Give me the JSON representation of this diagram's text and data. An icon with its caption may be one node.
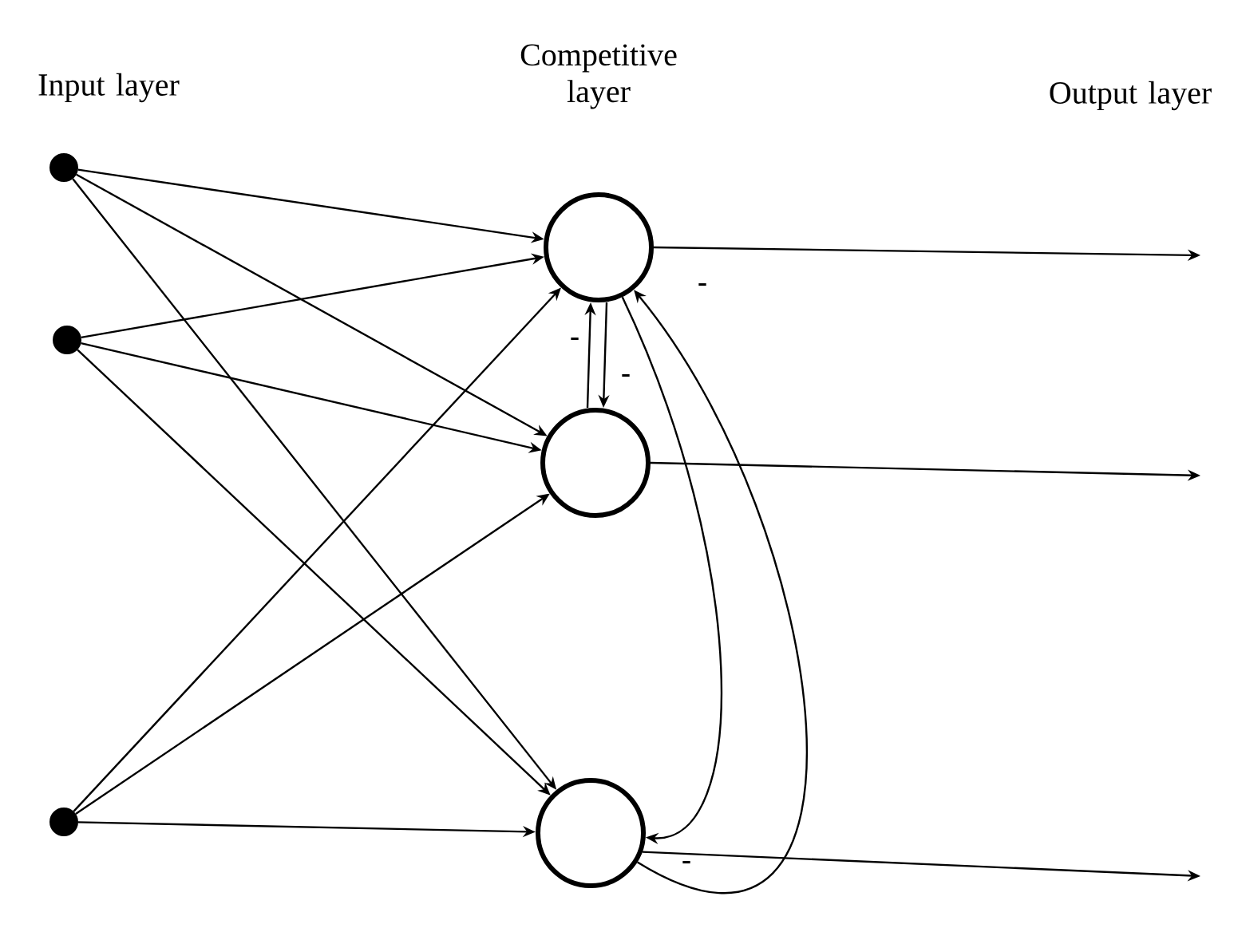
{
  "diagram": {
    "nodes": [
      {
        "text": [],
        "shape": "circle"
      },
      {
        "text": [],
        "shape": "circle"
      },
      {
        "text": [],
        "shape": "circle"
      },
      {
        "text": [],
        "shape": "circle"
      },
      {
        "text": [],
        "shape": "circle"
      },
      {
        "text": [],
        "shape": "circle"
      }
    ],
    "edges": [
      {
        "from": 0,
        "to": 3,
        "arrow": "to"
      },
      {
        "from": 0,
        "to": 4,
        "arrow": "to"
      },
      {
        "from": 0,
        "to": 5,
        "arrow": "to"
      },
      {
        "from": 1,
        "to": 3,
        "arrow": "to"
      },
      {
        "from": 1,
        "to": 4,
        "arrow": "to"
      },
      {
        "from": 1,
        "to": 5,
        "arrow": "to"
      },
      {
        "from": 2,
        "to": 3,
        "arrow": "to"
      },
      {
        "from": 2,
        "to": 4,
        "arrow": "to"
      },
      {
        "from": 2,
        "to": 5,
        "arrow": "to"
      },
      {
        "from": 4,
        "to": 3,
        "arrow": "to"
      },
      {
        "from": 3,
        "to": 4,
        "arrow": "to"
      },
      {
        "from": 3,
        "to": 5,
        "arrow": "to"
      },
      {
        "from": 5,
        "to": 3,
        "arrow": "to"
      },
      {
        "from": 3,
        "to": null,
        "arrow": "to"
      },
      {
        "from": 4,
        "to": null,
        "arrow": "to"
      },
      {
        "from": 5,
        "to": null,
        "arrow": "to"
      }
    ],
    "labels": [
      "Input layer",
      "Competitive layer",
      "Output layer",
      "-",
      "-",
      "-",
      "-"
    ]
  }
}
